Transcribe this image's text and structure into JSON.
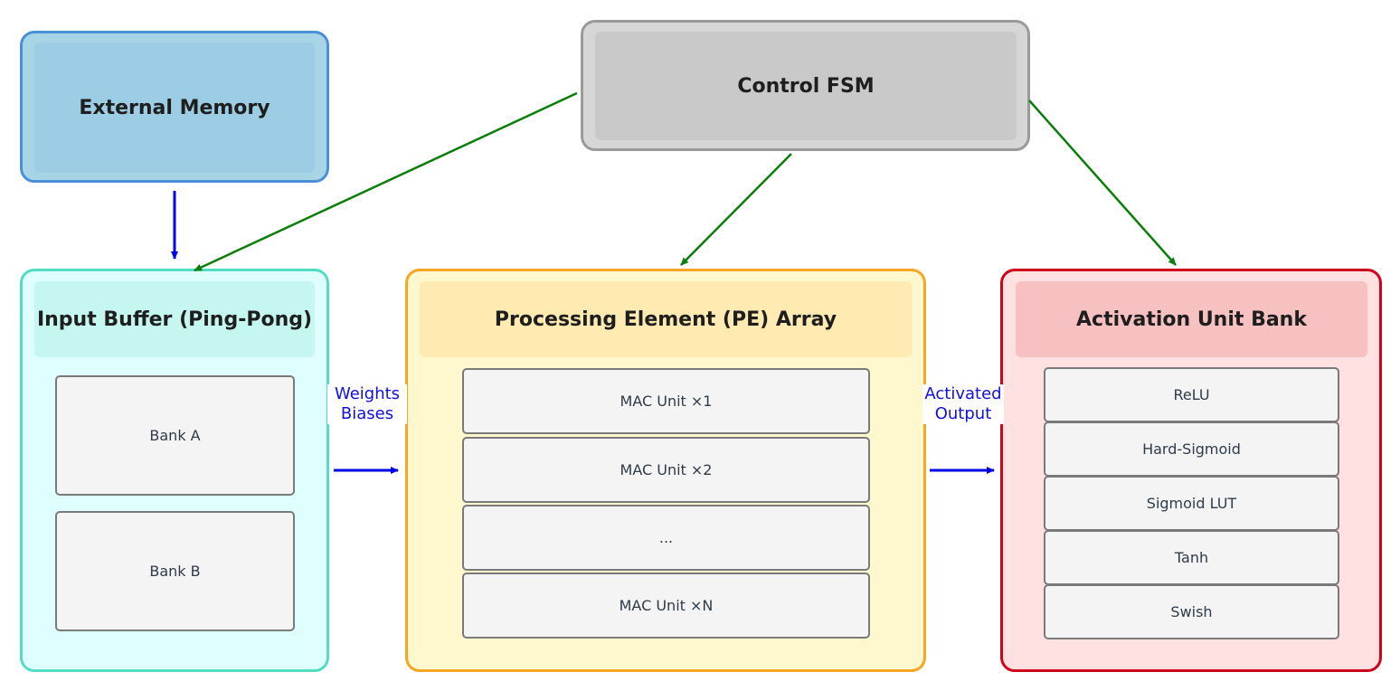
{
  "external_memory": {
    "title": "External Memory"
  },
  "control_fsm": {
    "title": "Control FSM"
  },
  "input_buffer": {
    "title": "Input Buffer (Ping-Pong)",
    "banks": [
      "Bank A",
      "Bank B"
    ]
  },
  "pe_array": {
    "title": "Processing Element (PE) Array",
    "units": [
      "MAC Unit ×1",
      "MAC Unit ×2",
      "...",
      "MAC Unit ×N"
    ]
  },
  "activation_bank": {
    "title": "Activation Unit Bank",
    "units": [
      "ReLU",
      "Hard-Sigmoid",
      "Sigmoid LUT",
      "Tanh",
      "Swish"
    ]
  },
  "edge_labels": {
    "weights_line1": "Weights",
    "weights_line2": "Biases",
    "activated_line1": "Activated",
    "activated_line2": "Output"
  },
  "colors": {
    "data_arrow": "#0000ee",
    "control_arrow": "#0a7d0a"
  }
}
